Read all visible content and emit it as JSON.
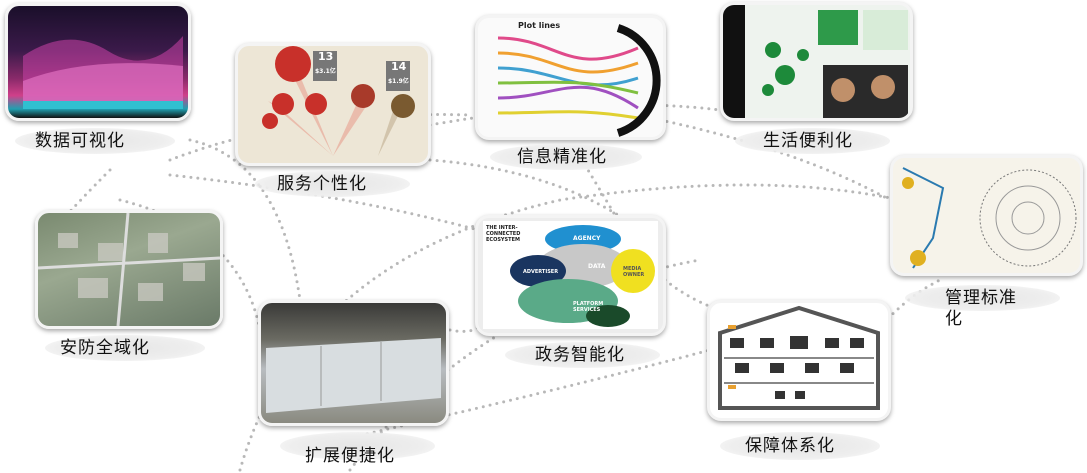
{
  "nodes": [
    {
      "label": "数据可视化"
    },
    {
      "label": "服务个性化",
      "image_text": {
        "n1": "13",
        "v1": "$3.1亿",
        "n2": "14",
        "v2": "$1.9亿"
      }
    },
    {
      "label": "信息精准化",
      "image_text": {
        "title": "Plot lines"
      }
    },
    {
      "label": "生活便利化"
    },
    {
      "label": "管理标准化"
    },
    {
      "label": "安防全域化"
    },
    {
      "label": "政务智能化",
      "image_text": {
        "title": "THE INTER-CONNECTED ECOSYSTEM",
        "agency": "AGENCY",
        "advertiser": "ADVERTISER",
        "media": "MEDIA OWNER",
        "platform": "PLATFORM SERVICES",
        "data": "DATA"
      }
    },
    {
      "label": "扩展便捷化"
    },
    {
      "label": "保障体系化"
    }
  ],
  "colors": {
    "connector": "#b5b5b5",
    "label_bg": "#e8e8e8"
  }
}
